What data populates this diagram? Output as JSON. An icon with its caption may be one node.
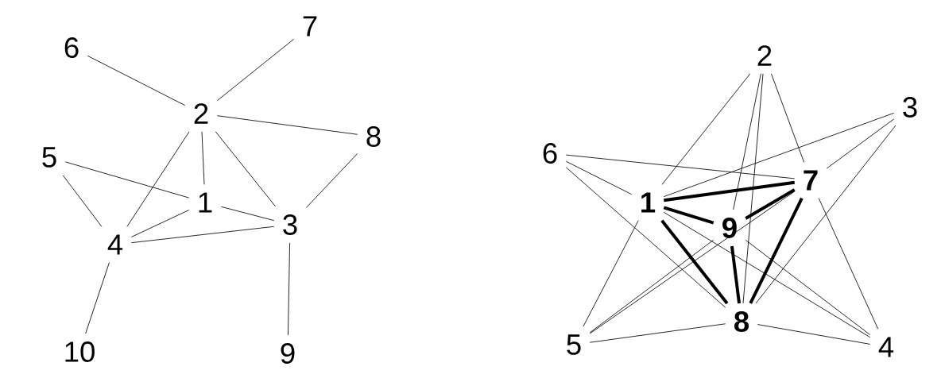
{
  "diagram": {
    "nodes": [
      {
        "text": [
          "1"
        ]
      },
      {
        "text": [
          "2"
        ]
      },
      {
        "text": [
          "3"
        ]
      },
      {
        "text": [
          "4"
        ]
      },
      {
        "text": [
          "5"
        ]
      },
      {
        "text": [
          "6"
        ]
      },
      {
        "text": [
          "7"
        ]
      },
      {
        "text": [
          "8"
        ]
      },
      {
        "text": [
          "9"
        ]
      },
      {
        "text": [
          "10"
        ]
      },
      {
        "text": [
          "1"
        ]
      },
      {
        "text": [
          "2"
        ]
      },
      {
        "text": [
          "3"
        ]
      },
      {
        "text": [
          "4"
        ]
      },
      {
        "text": [
          "5"
        ]
      },
      {
        "text": [
          "6"
        ]
      },
      {
        "text": [
          "7"
        ]
      },
      {
        "text": [
          "8"
        ]
      },
      {
        "text": [
          "9"
        ]
      }
    ],
    "edges": [
      {
        "from": 5,
        "to": 1,
        "arrow": "none"
      },
      {
        "from": 6,
        "to": 1,
        "arrow": "none"
      },
      {
        "from": 1,
        "to": 7,
        "arrow": "none"
      },
      {
        "from": 1,
        "to": 0,
        "arrow": "none"
      },
      {
        "from": 1,
        "to": 3,
        "arrow": "none"
      },
      {
        "from": 1,
        "to": 2,
        "arrow": "none"
      },
      {
        "from": 4,
        "to": 0,
        "arrow": "none"
      },
      {
        "from": 4,
        "to": 3,
        "arrow": "none"
      },
      {
        "from": 3,
        "to": 0,
        "arrow": "none"
      },
      {
        "from": 0,
        "to": 2,
        "arrow": "none"
      },
      {
        "from": 3,
        "to": 2,
        "arrow": "none"
      },
      {
        "from": 7,
        "to": 2,
        "arrow": "none"
      },
      {
        "from": 3,
        "to": 9,
        "arrow": "none"
      },
      {
        "from": 2,
        "to": 8,
        "arrow": "none"
      },
      {
        "from": 11,
        "to": 10,
        "arrow": "none"
      },
      {
        "from": 11,
        "to": 18,
        "arrow": "none"
      },
      {
        "from": 11,
        "to": 17,
        "arrow": "none"
      },
      {
        "from": 11,
        "to": 16,
        "arrow": "none"
      },
      {
        "from": 12,
        "to": 10,
        "arrow": "none"
      },
      {
        "from": 12,
        "to": 16,
        "arrow": "none"
      },
      {
        "from": 12,
        "to": 17,
        "arrow": "none"
      },
      {
        "from": 15,
        "to": 16,
        "arrow": "none"
      },
      {
        "from": 15,
        "to": 10,
        "arrow": "none"
      },
      {
        "from": 15,
        "to": 17,
        "arrow": "none"
      },
      {
        "from": 14,
        "to": 10,
        "arrow": "none"
      },
      {
        "from": 14,
        "to": 16,
        "arrow": "none"
      },
      {
        "from": 14,
        "to": 18,
        "arrow": "none"
      },
      {
        "from": 14,
        "to": 17,
        "arrow": "none"
      },
      {
        "from": 13,
        "to": 17,
        "arrow": "none"
      },
      {
        "from": 13,
        "to": 16,
        "arrow": "none"
      },
      {
        "from": 13,
        "to": 10,
        "arrow": "none"
      },
      {
        "from": 13,
        "to": 18,
        "arrow": "none"
      },
      {
        "from": 10,
        "to": 16,
        "arrow": "none",
        "style": "thick"
      },
      {
        "from": 10,
        "to": 18,
        "arrow": "none",
        "style": "thick"
      },
      {
        "from": 18,
        "to": 16,
        "arrow": "none",
        "style": "thick"
      },
      {
        "from": 10,
        "to": 17,
        "arrow": "none",
        "style": "thick"
      },
      {
        "from": 18,
        "to": 17,
        "arrow": "none",
        "style": "thick"
      },
      {
        "from": 16,
        "to": 17,
        "arrow": "none",
        "style": "thick"
      }
    ]
  }
}
